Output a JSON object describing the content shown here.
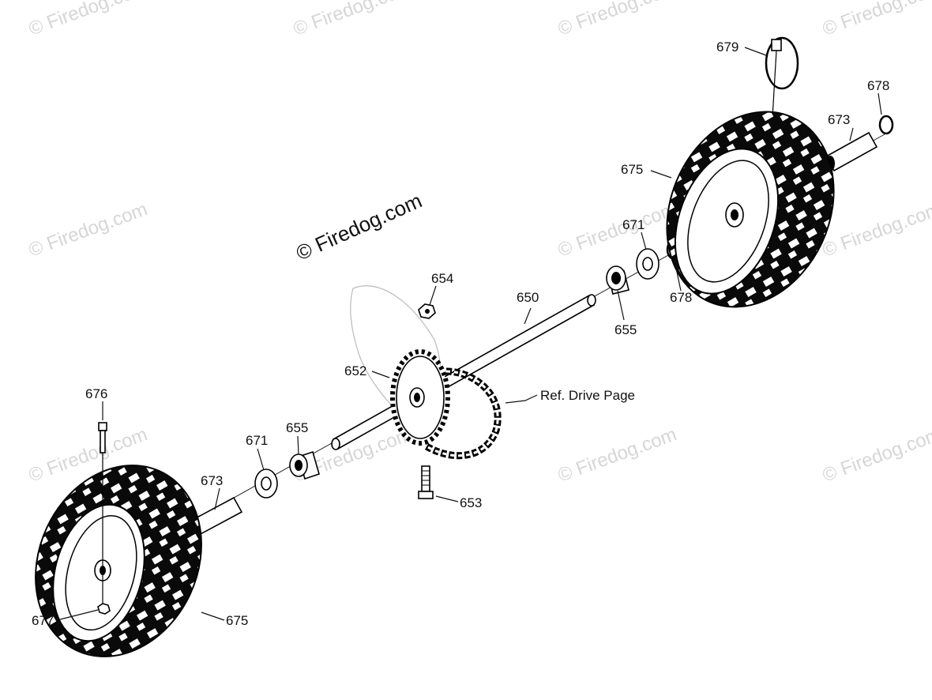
{
  "diagram": {
    "copyright": "© Firedog.com",
    "watermark": "© Firedog.com",
    "reference_note": "Ref. Drive Page",
    "callouts": {
      "c650": "650",
      "c652": "652",
      "c653": "653",
      "c654": "654",
      "c655_upper": "655",
      "c655_lower": "655",
      "c671_upper": "671",
      "c671_lower": "671",
      "c673_upper": "673",
      "c673_lower": "673",
      "c675_upper": "675",
      "c675_lower": "675",
      "c676": "676",
      "c677": "677",
      "c678_top": "678",
      "c678_mid": "678",
      "c679": "679"
    }
  }
}
